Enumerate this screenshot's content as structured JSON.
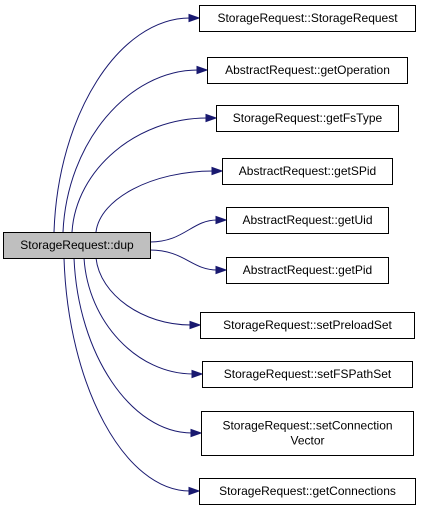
{
  "graph": {
    "root": {
      "label": [
        "StorageRequest::dup"
      ],
      "fill": "#bfbfbf"
    },
    "callees": [
      {
        "label": [
          "StorageRequest::StorageRequest"
        ]
      },
      {
        "label": [
          "AbstractRequest::getOperation"
        ]
      },
      {
        "label": [
          "StorageRequest::getFsType"
        ]
      },
      {
        "label": [
          "AbstractRequest::getSPid"
        ]
      },
      {
        "label": [
          "AbstractRequest::getUid"
        ]
      },
      {
        "label": [
          "AbstractRequest::getPid"
        ]
      },
      {
        "label": [
          "StorageRequest::setPreloadSet"
        ]
      },
      {
        "label": [
          "StorageRequest::setFSPathSet"
        ]
      },
      {
        "label": [
          "StorageRequest::setConnection",
          "Vector"
        ]
      },
      {
        "label": [
          "StorageRequest::getConnections"
        ]
      }
    ],
    "colors": {
      "edge": "#191970",
      "node_border": "#000000",
      "node_fill": "#ffffff"
    }
  }
}
